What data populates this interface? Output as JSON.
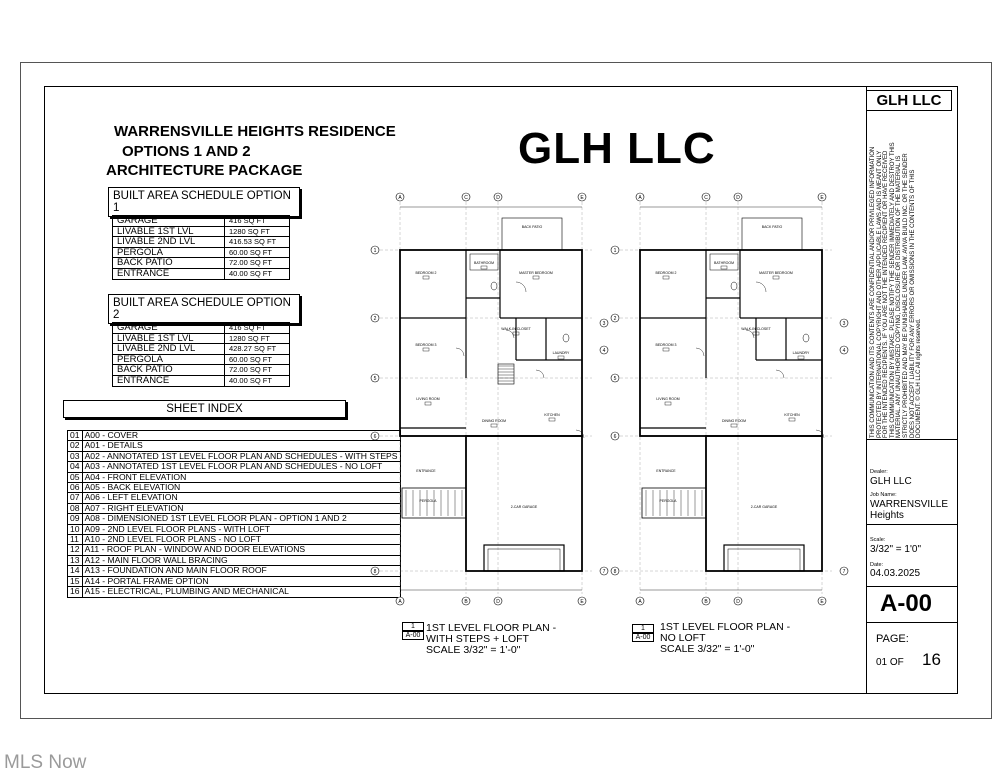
{
  "header": {
    "project_title_lines": [
      "WARRENSVILLE HEIGHTS RESIDENCE",
      "OPTIONS 1 AND 2",
      "ARCHITECTURE PACKAGE"
    ],
    "company": "GLH LLC"
  },
  "schedule1": {
    "title": "BUILT AREA SCHEDULE OPTION 1",
    "rows": [
      {
        "name": "GARAGE",
        "value": "416 SQ FT"
      },
      {
        "name": "LIVABLE 1ST LVL",
        "value": "1280 SQ FT"
      },
      {
        "name": "LIVABLE 2ND LVL",
        "value": "416.53 SQ FT"
      },
      {
        "name": "PERGOLA",
        "value": "60.00 SQ FT"
      },
      {
        "name": "BACK PATIO",
        "value": "72.00 SQ FT"
      },
      {
        "name": "ENTRANCE",
        "value": "40.00 SQ FT"
      }
    ]
  },
  "schedule2": {
    "title": "BUILT AREA SCHEDULE OPTION 2",
    "rows": [
      {
        "name": "GARAGE",
        "value": "416 SQ FT"
      },
      {
        "name": "LIVABLE 1ST LVL",
        "value": "1280 SQ FT"
      },
      {
        "name": "LIVABLE 2ND LVL",
        "value": "428.27 SQ FT"
      },
      {
        "name": "PERGOLA",
        "value": "60.00 SQ FT"
      },
      {
        "name": "BACK PATIO",
        "value": "72.00 SQ FT"
      },
      {
        "name": "ENTRANCE",
        "value": "40.00 SQ FT"
      }
    ]
  },
  "sheet_index": {
    "title": "SHEET INDEX",
    "rows": [
      {
        "num": "01",
        "desc": "A00 - COVER"
      },
      {
        "num": "02",
        "desc": "A01 - DETAILS"
      },
      {
        "num": "03",
        "desc": "A02 - ANNOTATED 1ST LEVEL FLOOR PLAN AND SCHEDULES - WITH STEPS"
      },
      {
        "num": "04",
        "desc": "A03 - ANNOTATED 1ST LEVEL FLOOR PLAN AND SCHEDULES - NO LOFT"
      },
      {
        "num": "05",
        "desc": "A04 - FRONT ELEVATION"
      },
      {
        "num": "06",
        "desc": "A05 - BACK ELEVATION"
      },
      {
        "num": "07",
        "desc": "A06 - LEFT ELEVATION"
      },
      {
        "num": "08",
        "desc": "A07 - RIGHT ELEVATION"
      },
      {
        "num": "09",
        "desc": "A08 - DIMENSIONED 1ST LEVEL FLOOR PLAN - OPTION 1 AND 2"
      },
      {
        "num": "10",
        "desc": "A09 - 2ND LEVEL FLOOR PLANS - WITH LOFT"
      },
      {
        "num": "11",
        "desc": "A10 - 2ND LEVEL FLOOR PLANS - NO LOFT"
      },
      {
        "num": "12",
        "desc": "A11 - ROOF PLAN - WINDOW AND DOOR ELEVATIONS"
      },
      {
        "num": "13",
        "desc": "A12 - MAIN FLOOR WALL BRACING"
      },
      {
        "num": "14",
        "desc": "A13 - FOUNDATION AND MAIN FLOOR ROOF"
      },
      {
        "num": "15",
        "desc": "A14 - PORTAL FRAME OPTION"
      },
      {
        "num": "16",
        "desc": "A15 -    ELECTRICAL, PLUMBING AND MECHANICAL"
      }
    ]
  },
  "plans": {
    "grid_cols": [
      "A",
      "C",
      "D",
      "E"
    ],
    "grid_cols_bottom": [
      "A",
      "B",
      "D",
      "E"
    ],
    "grid_rows_left": [
      "1",
      "2",
      "5",
      "6",
      "8"
    ],
    "grid_rows_right": [
      "3",
      "4",
      "7"
    ],
    "room_labels": {
      "back_patio": "BACK PATIO",
      "bedroom2": "BEDROOM 2",
      "bedroom3": "BEDROOM 3",
      "bathroom": "BATHROOM",
      "master": "MASTER BEDROOM",
      "closet": "WALK-IN CLOSET",
      "laundry": "LAUNDRY",
      "living": "LIVING ROOM",
      "dining": "DINING ROOM",
      "kitchen": "KITCHEN",
      "entrance": "ENTRANCE",
      "pergola": "PERGOLA",
      "garage": "2-CAR GARAGE"
    },
    "captions": [
      {
        "tag_num": "1",
        "tag_sheet": "A-00",
        "lines": [
          "1ST LEVEL FLOOR PLAN -",
          "WITH STEPS + LOFT",
          "SCALE 3/32\" = 1'-0\""
        ]
      },
      {
        "tag_num": "1",
        "tag_sheet": "A-00",
        "lines": [
          "1ST LEVEL FLOOR PLAN -",
          "NO LOFT",
          "SCALE 3/32\" = 1'-0\""
        ]
      }
    ]
  },
  "title_block": {
    "logo": "GLH LLC",
    "disclaimer": "THIS COMMUNICATION AND ITS CONTENTS ARE CONFIDENTIAL AND/OR PRIVILEGED INFORMATION PROTECTED BY INTERNATIONAL COPYRIGHT AND OTHER APPLICABLE LAWS AND IS MEANT ONLY FOR THE INTENDED RECIPIENTS. IF YOU ARE NOT THE INTENDED RECIPIENT OR HAVE RECEIVED THIS COMMUNICATION BY MISTAKE, PLEASE NOTIFY THE SENDER IMMEDIATELY AND DESTROY THIS MATERIAL. ANY UNAUTHORIZED COPYING, DISCLOSURE OR DISTRIBUTION OF THE MATERIAL IS STRICTLY PROHIBITED AND MAY BE PUNISHABLE UNDER LAW. AVIVA BUILD INC. OR THE SENDER DOES NOT ACCEPT LIABILITY FOR ANY ERRORS OR OMISSIONS IN THE CONTENTS OF THIS DOCUMENT. © GLH LLC All rights reserved.",
    "dealer_label": "Dealer:",
    "dealer": "GLH LLC",
    "job_label": "Job Name:",
    "job_lines": [
      "WARRENSVILLE",
      "Heights"
    ],
    "scale_label": "Scale:",
    "scale": "3/32\" = 1'0\"",
    "date_label": "Date:",
    "date": "04.03.2025",
    "sheet": "A-00",
    "page_label": "PAGE:",
    "page_of": "01 OF",
    "page_total": "16"
  },
  "watermark": "MLS Now"
}
